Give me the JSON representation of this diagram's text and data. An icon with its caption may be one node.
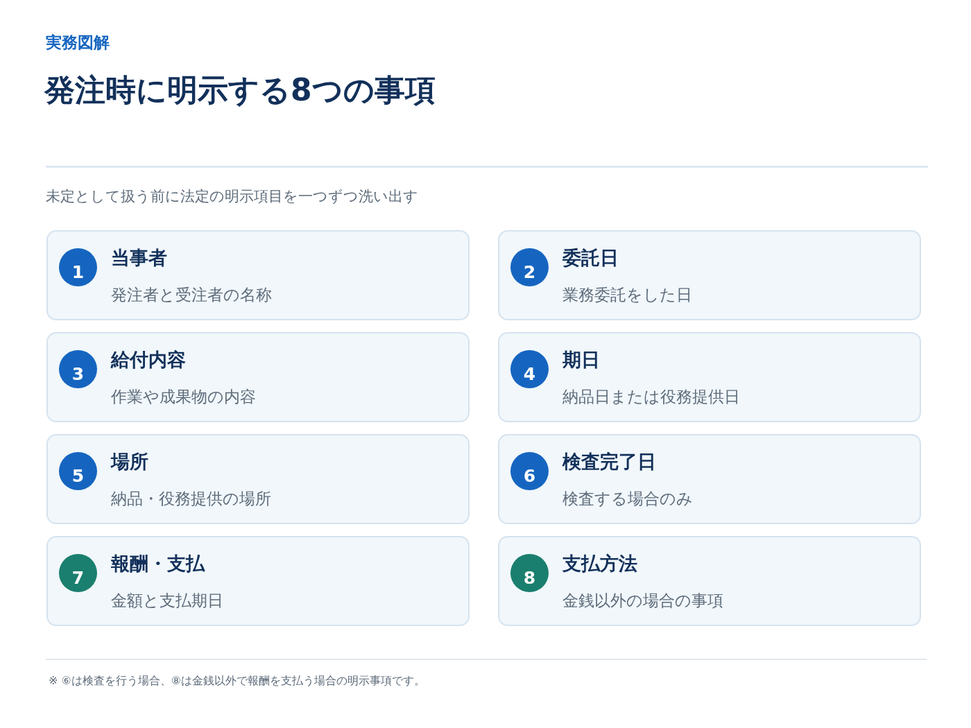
{
  "diagram": {
    "title": "発注時に明示する8つの事項",
    "nodes": [
      {
        "text": [
          "当事者",
          "発注者と受注者の名称"
        ]
      },
      {
        "text": [
          "1"
        ],
        "in": 0
      },
      {
        "text": [
          "委託日",
          "業務委託をした日"
        ]
      },
      {
        "text": [
          "2"
        ],
        "in": 2
      },
      {
        "text": [
          "給付内容",
          "作業や成果物の内容"
        ]
      },
      {
        "text": [
          "3"
        ],
        "in": 4
      },
      {
        "text": [
          "期日",
          "納品日または役務提供日"
        ]
      },
      {
        "text": [
          "4"
        ],
        "in": 6
      },
      {
        "text": [
          "場所",
          "納品・役務提供の場所"
        ]
      },
      {
        "text": [
          "5"
        ],
        "in": 8
      },
      {
        "text": [
          "検査完了日",
          "検査する場合のみ"
        ]
      },
      {
        "text": [
          "6"
        ],
        "in": 10
      },
      {
        "text": [
          "報酬・支払",
          "金額と支払期日"
        ]
      },
      {
        "text": [
          "7"
        ],
        "in": 12
      },
      {
        "text": [
          "支払方法",
          "金銭以外の場合の事項"
        ]
      },
      {
        "text": [
          "8"
        ],
        "in": 14
      }
    ],
    "labels": [
      "実務図解",
      "未定として扱う前に法定の明示項目を一つずつ洗い出す",
      "※ ⑥は検査を行う場合、⑧は金銭以外で報酬を支払う場合の明示事項です。"
    ]
  }
}
